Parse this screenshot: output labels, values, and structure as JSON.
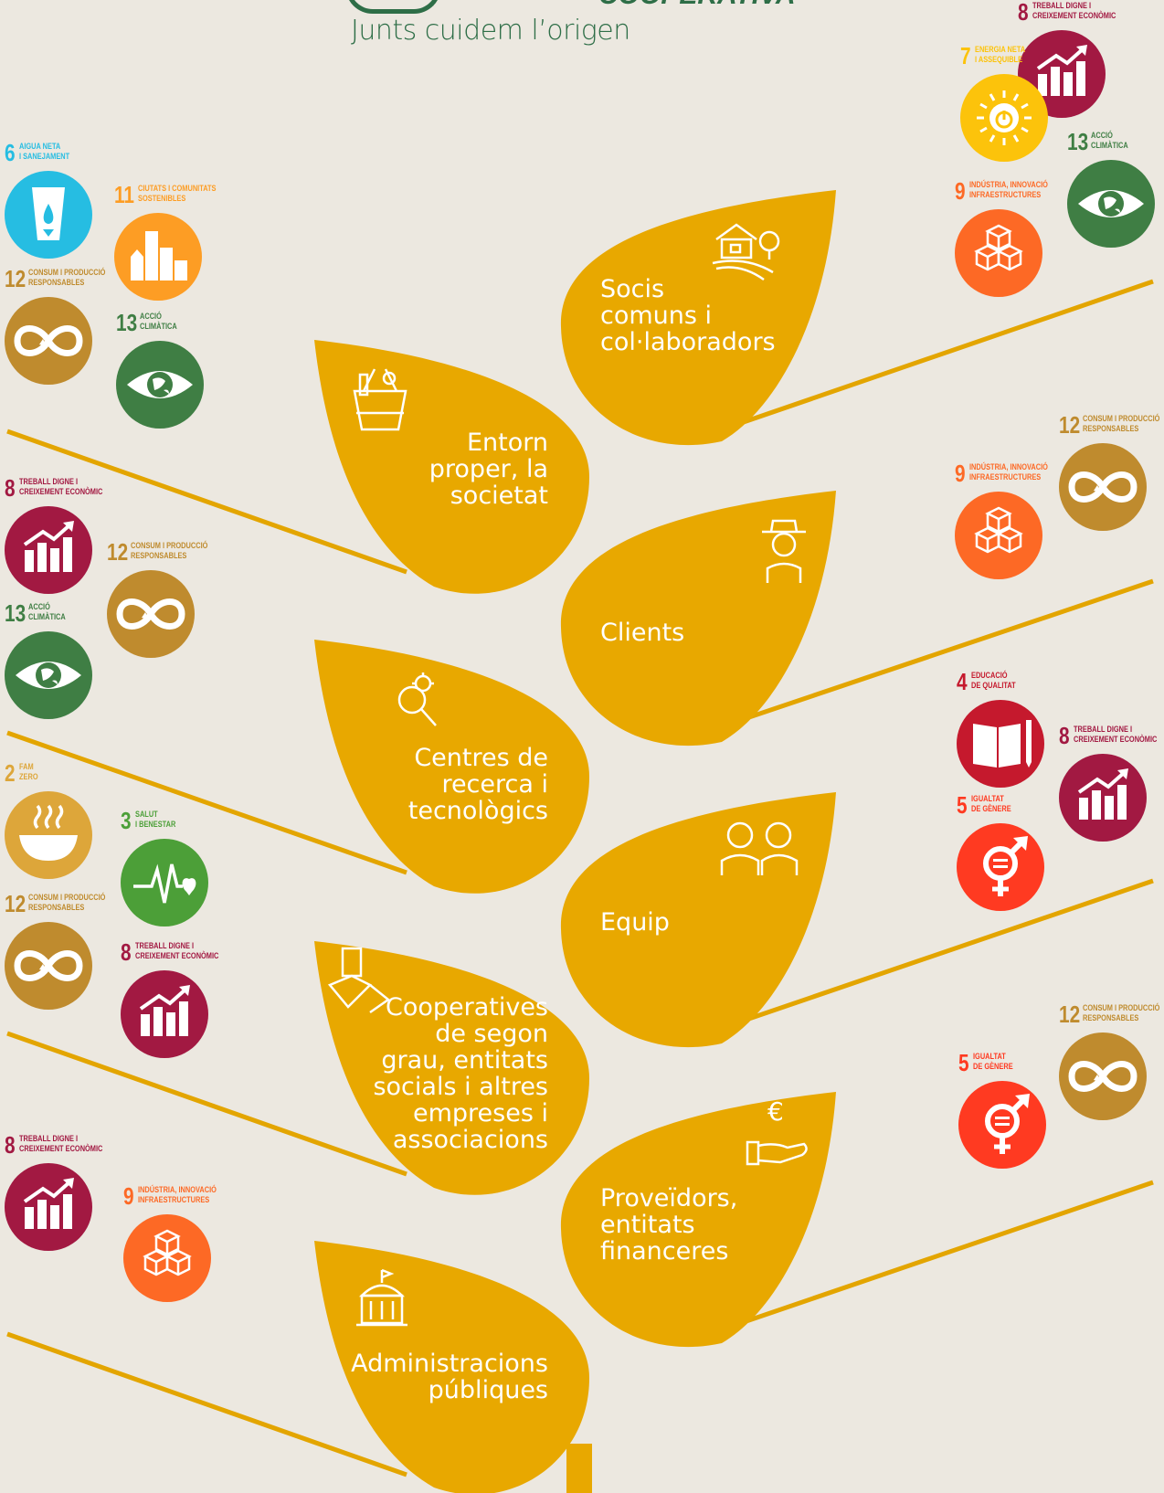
{
  "header": {
    "logo_word": "COOPERATIVA",
    "tagline": "Junts cuidem l’origen"
  },
  "colors": {
    "leaf": "#e8a800",
    "branch": "#e3a500",
    "brand_green": "#2e6e47",
    "background": "#ece8e0"
  },
  "leaves": [
    {
      "label": "Socis\ncomuns i\ncol·laboradors",
      "side": "right",
      "icon": "farm-icon"
    },
    {
      "label": "Entorn\nproper, la\nsocietat",
      "side": "left",
      "icon": "grocery-basket-icon"
    },
    {
      "label": "Clients",
      "side": "right",
      "icon": "farmer-icon"
    },
    {
      "label": "Centres de\nrecerca i\ntecnològics",
      "side": "left",
      "icon": "research-magnifier-gear-icon"
    },
    {
      "label": "Equip",
      "side": "right",
      "icon": "team-people-icon"
    },
    {
      "label": "Cooperatives\nde segon\ngrau, entitats\nsocials i altres\nempreses i\nassociacions",
      "side": "left",
      "icon": "joined-hands-icon"
    },
    {
      "label": "Proveïdors,\nentitats\nfinanceres",
      "side": "right",
      "icon": "hand-euro-icon"
    },
    {
      "label": "Administracions\npúbliques",
      "side": "left",
      "icon": "town-hall-icon"
    }
  ],
  "sdg_badges": [
    {
      "number": "8",
      "caption": "TREBALL DIGNE I\nCREIXEMENT ECONÒMIC",
      "color": "#a21942",
      "icon": "growth-chart-icon"
    },
    {
      "number": "7",
      "caption": "ENERGIA NETA\nI ASSEQUIBLE",
      "color": "#fcc30b",
      "icon": "sun-power-icon"
    },
    {
      "number": "13",
      "caption": "ACCIÓ\nCLIMÀTICA",
      "color": "#3f7e44",
      "icon": "eye-earth-icon"
    },
    {
      "number": "9",
      "caption": "INDÚSTRIA, INNOVACIÓ\nINFRAESTRUCTURES",
      "color": "#fd6925",
      "icon": "cubes-icon"
    },
    {
      "number": "6",
      "caption": "AIGUA NETA\nI SANEJAMENT",
      "color": "#26bde2",
      "icon": "water-glass-icon"
    },
    {
      "number": "11",
      "caption": "CIUTATS I COMUNITATS\nSOSTENIBLES",
      "color": "#fd9d24",
      "icon": "city-buildings-icon"
    },
    {
      "number": "12",
      "caption": "CONSUM I PRODUCCIÓ\nRESPONSABLES",
      "color": "#bf8b2e",
      "icon": "infinity-loop-icon"
    },
    {
      "number": "13",
      "caption": "ACCIÓ\nCLIMÀTICA",
      "color": "#3f7e44",
      "icon": "eye-earth-icon"
    },
    {
      "number": "12",
      "caption": "CONSUM I PRODUCCIÓ\nRESPONSABLES",
      "color": "#bf8b2e",
      "icon": "infinity-loop-icon"
    },
    {
      "number": "9",
      "caption": "INDÚSTRIA, INNOVACIÓ\nINFRAESTRUCTURES",
      "color": "#fd6925",
      "icon": "cubes-icon"
    },
    {
      "number": "8",
      "caption": "TREBALL DIGNE I\nCREIXEMENT ECONÒMIC",
      "color": "#a21942",
      "icon": "growth-chart-icon"
    },
    {
      "number": "12",
      "caption": "CONSUM I PRODUCCIÓ\nRESPONSABLES",
      "color": "#bf8b2e",
      "icon": "infinity-loop-icon"
    },
    {
      "number": "13",
      "caption": "ACCIÓ\nCLIMÀTICA",
      "color": "#3f7e44",
      "icon": "eye-earth-icon"
    },
    {
      "number": "4",
      "caption": "EDUCACIÓ\nDE QUALITAT",
      "color": "#c5192d",
      "icon": "book-pencil-icon"
    },
    {
      "number": "8",
      "caption": "TREBALL DIGNE I\nCREIXEMENT ECONÒMIC",
      "color": "#a21942",
      "icon": "growth-chart-icon"
    },
    {
      "number": "5",
      "caption": "IGUALTAT\nDE GÈNERE",
      "color": "#ff3a21",
      "icon": "gender-equality-icon"
    },
    {
      "number": "2",
      "caption": "FAM\nZERO",
      "color": "#dda63a",
      "icon": "soup-bowl-icon"
    },
    {
      "number": "3",
      "caption": "SALUT\nI BENESTAR",
      "color": "#4c9f38",
      "icon": "heartbeat-icon"
    },
    {
      "number": "12",
      "caption": "CONSUM I PRODUCCIÓ\nRESPONSABLES",
      "color": "#bf8b2e",
      "icon": "infinity-loop-icon"
    },
    {
      "number": "8",
      "caption": "TREBALL DIGNE I\nCREIXEMENT ECONÒMIC",
      "color": "#a21942",
      "icon": "growth-chart-icon"
    },
    {
      "number": "12",
      "caption": "CONSUM I PRODUCCIÓ\nRESPONSABLES",
      "color": "#bf8b2e",
      "icon": "infinity-loop-icon"
    },
    {
      "number": "5",
      "caption": "IGUALTAT\nDE GÈNERE",
      "color": "#ff3a21",
      "icon": "gender-equality-icon"
    },
    {
      "number": "8",
      "caption": "TREBALL DIGNE I\nCREIXEMENT ECONÒMIC",
      "color": "#a21942",
      "icon": "growth-chart-icon"
    },
    {
      "number": "9",
      "caption": "INDÚSTRIA, INNOVACIÓ\nINFRAESTRUCTURES",
      "color": "#fd6925",
      "icon": "cubes-icon"
    }
  ]
}
